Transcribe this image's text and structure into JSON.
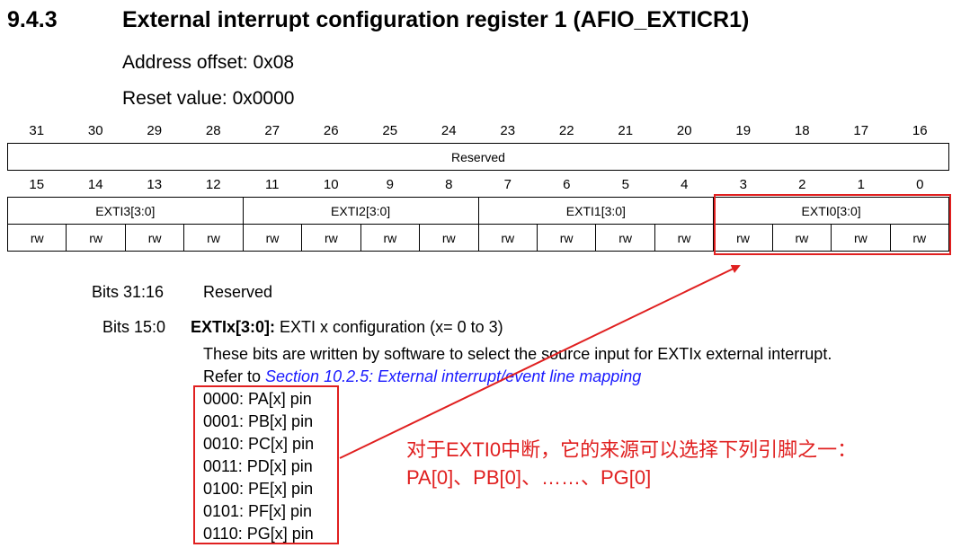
{
  "section": {
    "number": "9.4.3",
    "title": "External interrupt configuration register 1 (AFIO_EXTICR1)",
    "address_offset": "Address offset: 0x08",
    "reset_value": "Reset value: 0x0000"
  },
  "register": {
    "upper_bits": [
      "31",
      "30",
      "29",
      "28",
      "27",
      "26",
      "25",
      "24",
      "23",
      "22",
      "21",
      "20",
      "19",
      "18",
      "17",
      "16"
    ],
    "upper_field": "Reserved",
    "lower_bits": [
      "15",
      "14",
      "13",
      "12",
      "11",
      "10",
      "9",
      "8",
      "7",
      "6",
      "5",
      "4",
      "3",
      "2",
      "1",
      "0"
    ],
    "fields": [
      "EXTI3[3:0]",
      "EXTI2[3:0]",
      "EXTI1[3:0]",
      "EXTI0[3:0]"
    ],
    "access": [
      "rw",
      "rw",
      "rw",
      "rw",
      "rw",
      "rw",
      "rw",
      "rw",
      "rw",
      "rw",
      "rw",
      "rw",
      "rw",
      "rw",
      "rw",
      "rw"
    ]
  },
  "descriptions": {
    "reserved_bits": "Bits 31:16",
    "reserved_text": "Reserved",
    "exti_bits": "Bits 15:0",
    "exti_name": "EXTIx[3:0]:",
    "exti_title": " EXTI x configuration (x= 0 to 3)",
    "exti_line1": "These bits are written by software to select the source input for EXTIx external interrupt.",
    "refer_prefix": "Refer to ",
    "refer_link": "Section 10.2.5: External interrupt/event line mapping",
    "pins": [
      "0000: PA[x] pin",
      "0001: PB[x] pin",
      "0010: PC[x] pin",
      "0011: PD[x] pin",
      "0100: PE[x] pin",
      "0101: PF[x] pin",
      "0110: PG[x] pin"
    ]
  },
  "annotation": {
    "line1": "对于EXTI0中断，它的来源可以选择下列引脚之一：",
    "line2": "PA[0]、PB[0]、……、PG[0]",
    "color": "#e02020"
  }
}
